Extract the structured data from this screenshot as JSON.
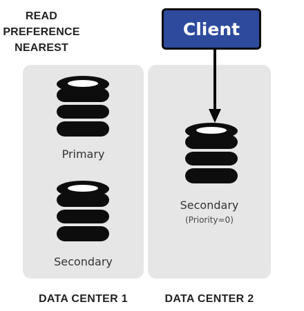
{
  "read_preference": {
    "line1": "READ",
    "line2": "PREFERENCE",
    "line3": "NEAREST"
  },
  "client": {
    "label": "Client"
  },
  "data_center_1": {
    "label": "DATA CENTER 1",
    "nodes": [
      {
        "label": "Primary",
        "icon": "database-icon"
      },
      {
        "label": "Secondary",
        "icon": "database-icon"
      }
    ]
  },
  "data_center_2": {
    "label": "DATA CENTER 2",
    "nodes": [
      {
        "label": "Secondary",
        "sublabel": "(Priority=0)",
        "icon": "database-icon"
      }
    ]
  },
  "colors": {
    "client_fill": "#2d4a9c",
    "panel_fill": "#e6e6e6",
    "database_fill": "#0d0d0d"
  }
}
